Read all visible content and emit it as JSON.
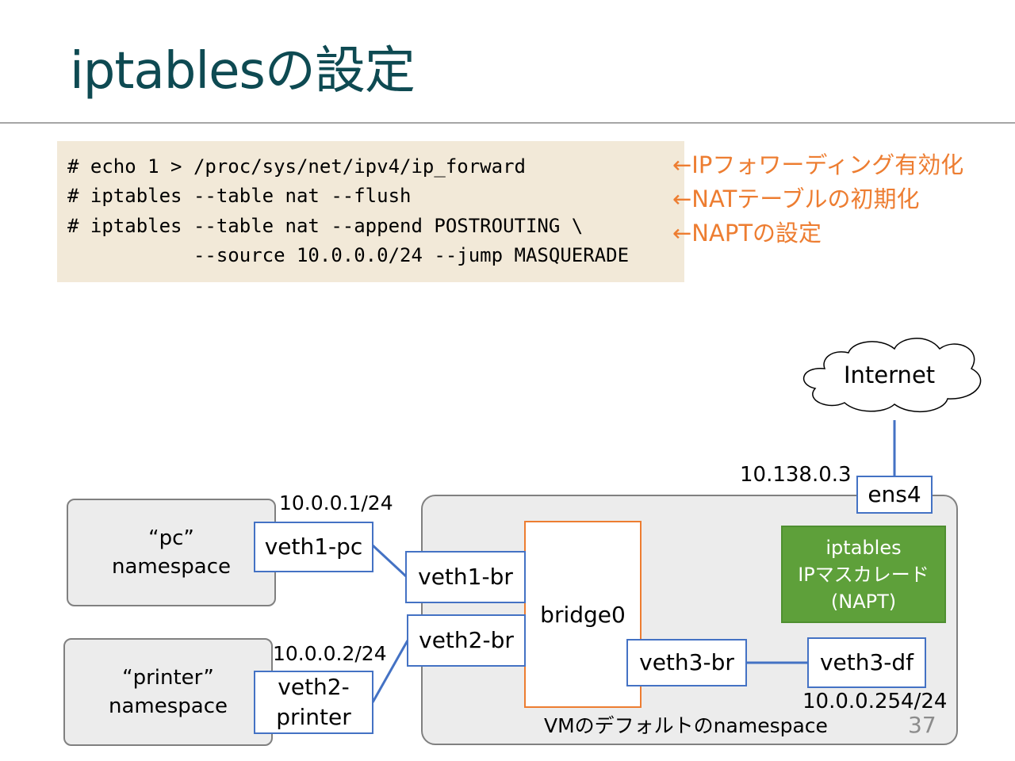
{
  "slide": {
    "title": "iptablesの設定",
    "page_number": "37"
  },
  "code": {
    "lines": [
      "# echo 1 > /proc/sys/net/ipv4/ip_forward",
      "# iptables --table nat --flush",
      "# iptables --table nat --append POSTROUTING \\",
      "           --source 10.0.0.0/24 --jump MASQUERADE"
    ],
    "annotations": [
      "←IPフォワーディング有効化",
      "←NATテーブルの初期化",
      "←NAPTの設定"
    ]
  },
  "diagram": {
    "cloud_label": "Internet",
    "ens4_ip": "10.138.0.3",
    "ens4_label": "ens4",
    "pc_namespace": {
      "line1": "“pc”",
      "line2": "namespace"
    },
    "printer_namespace": {
      "line1": "“printer”",
      "line2": "namespace"
    },
    "veth1_pc": "veth1-pc",
    "veth1_pc_ip": "10.0.0.1/24",
    "veth2_printer": {
      "line1": "veth2-",
      "line2": "printer"
    },
    "veth2_printer_ip": "10.0.0.2/24",
    "veth1_br": "veth1-br",
    "veth2_br": "veth2-br",
    "bridge": "bridge0",
    "veth3_br": "veth3-br",
    "veth3_df": "veth3-df",
    "veth3_df_ip": "10.0.0.254/24",
    "iptables_box": {
      "line1": "iptables",
      "line2": "IPマスカレード",
      "line3": "(NAPT)"
    },
    "vm_namespace_label": "VMのデフォルトのnamespace"
  },
  "colors": {
    "title": "#0e4a52",
    "code_background": "#f2e9d8",
    "annotation": "#ed7d31",
    "interface_border": "#4472c4",
    "bridge_border": "#ed7d31",
    "iptables_fill": "#5ea03a",
    "namespace_fill": "#ececec"
  }
}
